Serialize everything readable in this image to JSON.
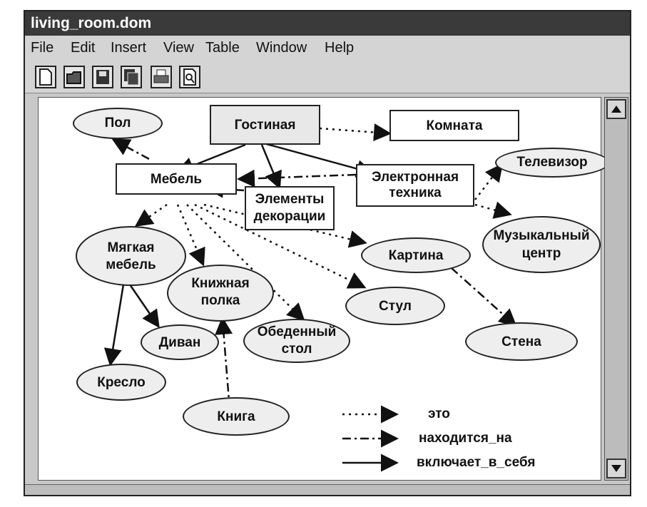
{
  "window": {
    "title": "living_room.dom"
  },
  "menu": [
    "File",
    "Edit",
    "Insert",
    "View",
    "Table",
    "Window",
    "Help"
  ],
  "toolbar": {
    "icons": [
      "new-file-icon",
      "open-folder-icon",
      "save-icon",
      "save-all-icon",
      "print-icon",
      "print-preview-icon"
    ]
  },
  "nodes": {
    "gostinaya": "Гостиная",
    "komnata": "Комната",
    "mebel": "Мебель",
    "elektronnaya_1": "Электронная",
    "elektronnaya_2": "техника",
    "dekor_1": "Элементы",
    "dekor_2": "декорации",
    "pol": "Пол",
    "televizor": "Телевизор",
    "muz_1": "Музыкальный",
    "muz_2": "центр",
    "myagkaya_1": "Мягкая",
    "myagkaya_2": "мебель",
    "kartina": "Картина",
    "knizhnaya_1": "Книжная",
    "knizhnaya_2": "полка",
    "stul": "Стул",
    "stena": "Стена",
    "obed_1": "Обеденный",
    "obed_2": "стол",
    "divan": "Диван",
    "kreslo": "Кресло",
    "kniga": "Книга"
  },
  "legend": {
    "eto": "это",
    "nakhoditsya": "находится_на",
    "vklyuchaet": "включает_в_себя"
  }
}
